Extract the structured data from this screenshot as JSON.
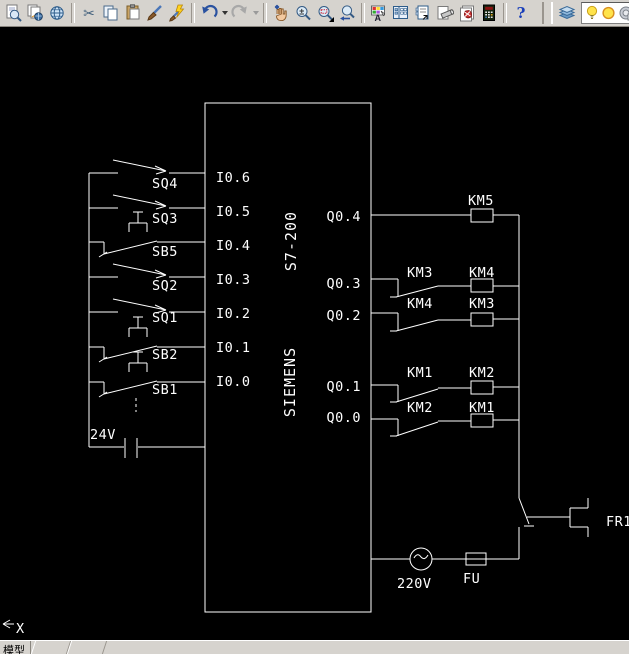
{
  "toolbar": {
    "buttons": [
      "plot-preview",
      "publish",
      "hyperlink",
      "cut",
      "copy",
      "paste",
      "match-properties",
      "block-editor",
      "undo",
      "redo",
      "pan-realtime",
      "zoom-realtime",
      "zoom-window",
      "zoom-previous",
      "properties",
      "designcenter",
      "tool-palettes",
      "sheet-set-manager",
      "markup-set-manager",
      "quickcalc",
      "help",
      "layer-properties-manager"
    ],
    "glyphs": {
      "cut": "✂",
      "help": "?",
      "zoom_pm": "±",
      "props_letter": "A"
    },
    "layer_control_icons": [
      "lightbulb-on",
      "sun-thaw",
      "lock-partial"
    ]
  },
  "colors": {
    "toolbar_bg": "#d6d3ce",
    "canvas_bg": "#000000",
    "line": "#ffffff",
    "bulb_yellow": "#ffe34a",
    "undo_blue": "#2a52a0",
    "markup_red": "#cc3333"
  },
  "schematic": {
    "plc": {
      "model": "S7-200",
      "brand": "SIEMENS",
      "inputs": [
        "I0.6",
        "I0.5",
        "I0.4",
        "I0.3",
        "I0.2",
        "I0.1",
        "I0.0"
      ],
      "outputs": [
        "Q0.4",
        "Q0.3",
        "Q0.2",
        "Q0.1",
        "Q0.0"
      ]
    },
    "devices": [
      "SQ4",
      "SQ3",
      "SB5",
      "SQ2",
      "SQ1",
      "SB2",
      "SB1"
    ],
    "dc_supply": "24V",
    "top_coil": "KM5",
    "rows": [
      {
        "contact": "KM3",
        "coil": "KM4"
      },
      {
        "contact": "KM4",
        "coil": "KM3"
      },
      {
        "contact": "KM1",
        "coil": "KM2"
      },
      {
        "contact": "KM2",
        "coil": "KM1"
      }
    ],
    "ac_supply": "220V",
    "fuse": "FU",
    "thermal_relay": "FR1"
  },
  "canvas": {
    "ucs_x": "X"
  },
  "tabs": {
    "model": "模型"
  }
}
